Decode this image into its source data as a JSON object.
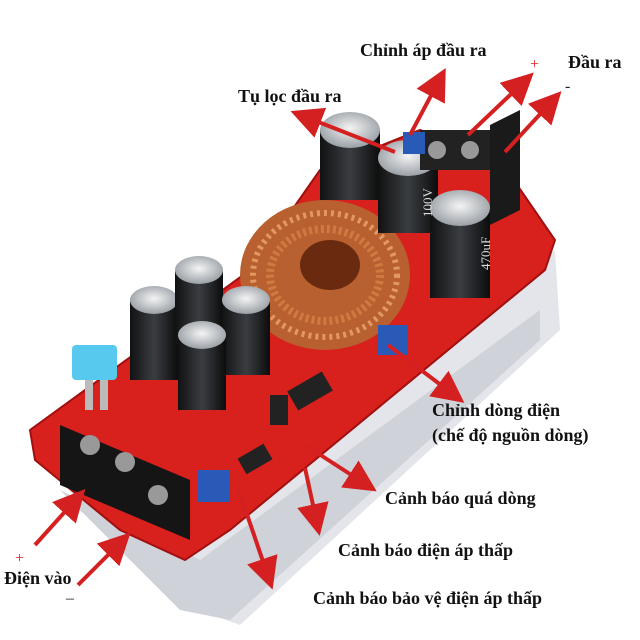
{
  "labels": {
    "output_voltage_adjust": "Chỉnh áp đầu ra",
    "output": "Đầu ra",
    "output_plus": "+",
    "output_minus": "-",
    "output_filter_cap": "Tụ lọc đầu ra",
    "current_adjust": "Chỉnh dòng điện",
    "current_adjust_note": "(chế độ nguồn dòng)",
    "overcurrent_warning": "Cảnh báo quá dòng",
    "undervoltage_warning": "Cảnh báo điện áp thấp",
    "undervoltage_protection_warning": "Cảnh báo bảo vệ điện áp thấp",
    "input": "Điện vào",
    "input_plus": "+",
    "input_minus": "–"
  },
  "capacitor_marking": {
    "capacitance": "470uF",
    "voltage": "100V"
  },
  "colors": {
    "arrow": "#d42020",
    "pcb": "#d8201c",
    "heatsink": "#e6e8ec",
    "copper": "#c8703a"
  }
}
